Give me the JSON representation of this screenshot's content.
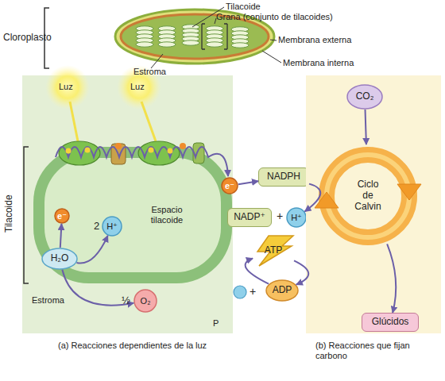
{
  "diagram": {
    "nodes": [
      {
        "text": [
          "Estroma",
          "P",
          "(a) Reacciones dependientes de la luz"
        ]
      },
      {
        "text": [
          "Espacio tilacoide"
        ],
        "in": 0
      },
      {
        "text": [
          "H₂O"
        ],
        "in": 1
      },
      {
        "text": [
          "e⁻"
        ],
        "in": 1
      },
      {
        "text": [
          "H⁺"
        ],
        "in": 1
      },
      {
        "text": [
          "O₂"
        ],
        "in": 0
      },
      {
        "text": [
          "e⁻"
        ],
        "in": 0
      },
      {
        "text": [
          "NADPH"
        ]
      },
      {
        "text": [
          "NADP⁺"
        ]
      },
      {
        "text": [
          "H⁺"
        ]
      },
      {
        "text": [
          "ATP"
        ]
      },
      {
        "text": [
          "ADP"
        ]
      },
      {
        "text": [
          "(b) Reacciones que fijan carbono"
        ]
      },
      {
        "text": [
          "CO₂"
        ],
        "in": 12
      },
      {
        "text": [
          "Ciclo de Calvin"
        ],
        "in": 12
      },
      {
        "text": [
          "Glúcidos"
        ],
        "in": 12
      }
    ],
    "edges": [
      {
        "from": 2,
        "to": 3,
        "arrow": "to"
      },
      {
        "from": 2,
        "to": 4,
        "arrow": "to"
      },
      {
        "from": 2,
        "to": 5,
        "arrow": "to"
      },
      {
        "from": 6,
        "to": 7,
        "arrow": "to"
      },
      {
        "from": 7,
        "to": 9,
        "arrow": "to"
      },
      {
        "from": 10,
        "to": 11,
        "arrow": "to"
      },
      {
        "from": 11,
        "to": 10,
        "arrow": "to"
      },
      {
        "from": 13,
        "to": 14,
        "arrow": "to"
      },
      {
        "from": 14,
        "to": 15,
        "arrow": "to"
      }
    ],
    "labels": [
      "Cloroplasto",
      "Tilacoide",
      "Grana (conjunto de tilacoides)",
      "Membrana externa",
      "Estroma",
      "Membrana interna",
      "Luz",
      "Luz",
      "Tilacoide",
      "2",
      "½",
      "+",
      "+"
    ]
  }
}
